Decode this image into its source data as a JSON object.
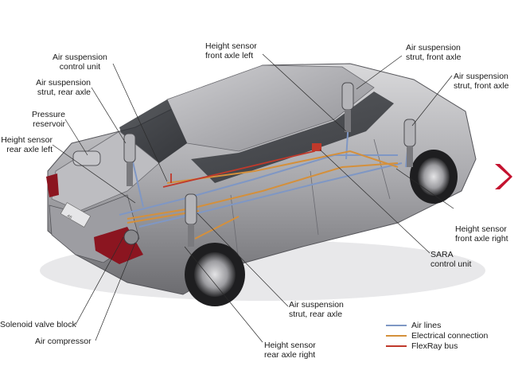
{
  "labels": {
    "control_unit": "Air suspension\ncontrol unit",
    "strut_rear_axle_left": "Air suspension\nstrut, rear axle",
    "pressure_reservoir": "Pressure\nreservoir",
    "height_sensor_rear_left": "Height sensor\nrear axle left",
    "solenoid_valve": "Solenoid valve block",
    "air_compressor": "Air compressor",
    "height_sensor_front_left": "Height sensor\nfront axle left",
    "strut_front_axle_top": "Air suspension\nstrut, front axle",
    "strut_front_axle_right": "Air suspension\nstrut, front axle",
    "height_sensor_front_right": "Height sensor\nfront axle right",
    "sara_control_unit": "SARA\ncontrol unit",
    "strut_rear_axle_right": "Air suspension\nstrut, rear axle",
    "height_sensor_rear_right": "Height sensor\nrear axle right"
  },
  "legend": [
    {
      "label": "Air lines",
      "color": "#7f97c4"
    },
    {
      "label": "Electrical connection",
      "color": "#d4903c"
    },
    {
      "label": "FlexRay bus",
      "color": "#c0392b"
    }
  ],
  "colors": {
    "next_arrow": "#c4122f"
  },
  "icons": {
    "next": "chevron-right-icon"
  }
}
